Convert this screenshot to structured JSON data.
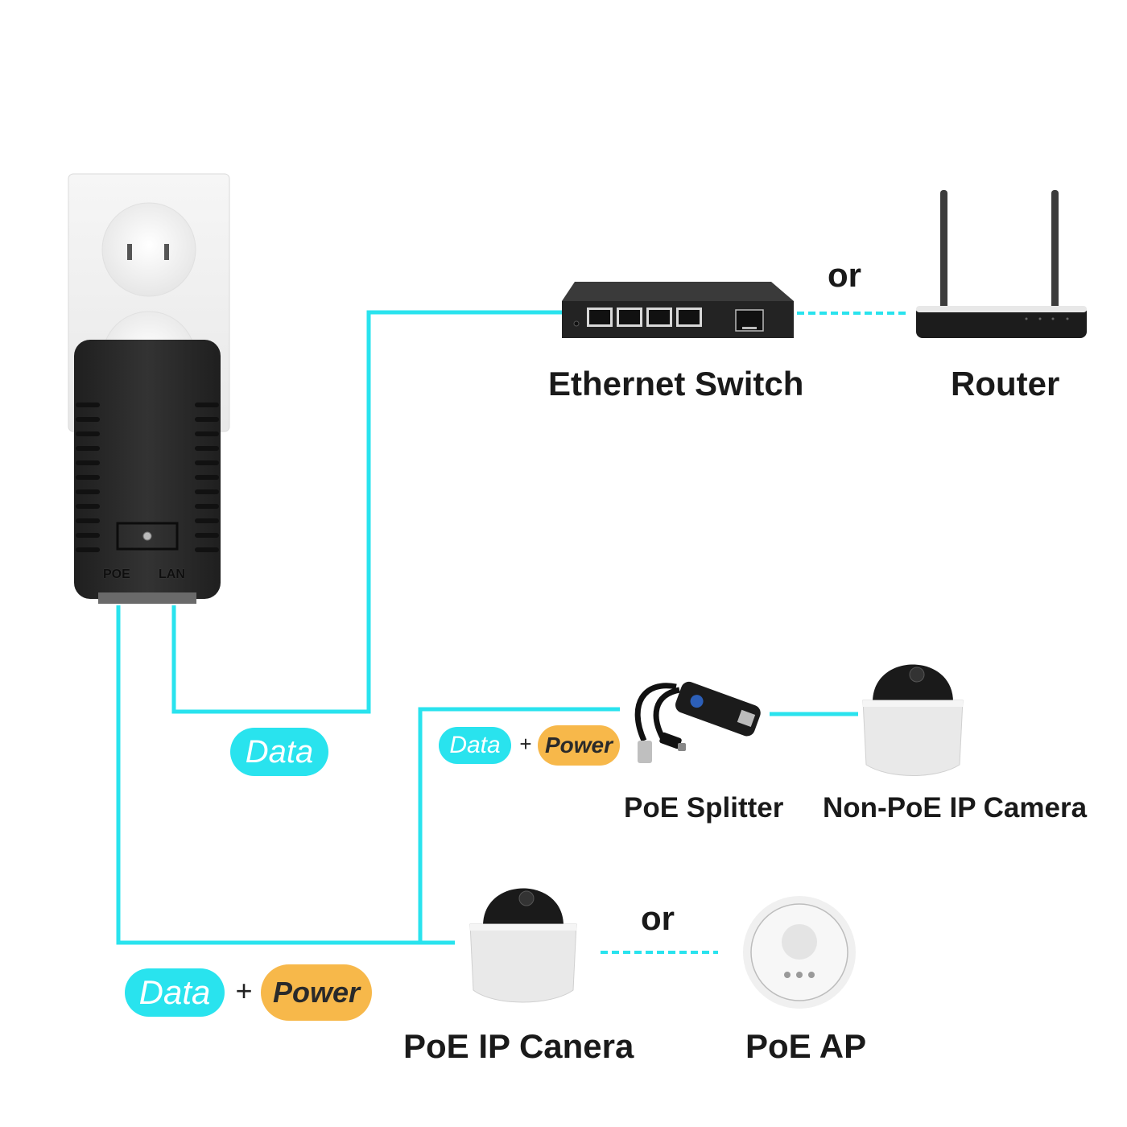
{
  "colors": {
    "wire": "#29e3ee",
    "data_pill": "#29e3ee",
    "power_pill": "#f7b84a",
    "device_dark": "#2a2a2a",
    "label_text": "#1a1a1a"
  },
  "injector": {
    "port_labels": [
      "POE",
      "LAN"
    ]
  },
  "devices": {
    "switch": {
      "label": "Ethernet Switch"
    },
    "router": {
      "label": "Router"
    },
    "splitter": {
      "label": "PoE Splitter"
    },
    "non_poe_camera": {
      "label": "Non-PoE IP Camera"
    },
    "poe_camera": {
      "label": "PoE IP Canera"
    },
    "poe_ap": {
      "label": "PoE AP"
    }
  },
  "connectors": {
    "or_top": "or",
    "or_bottom": "or",
    "plus": "+"
  },
  "tags": {
    "lan_data": "Data",
    "splitter_data": "Data",
    "splitter_power": "Power",
    "poe_data": "Data",
    "poe_power": "Power"
  }
}
